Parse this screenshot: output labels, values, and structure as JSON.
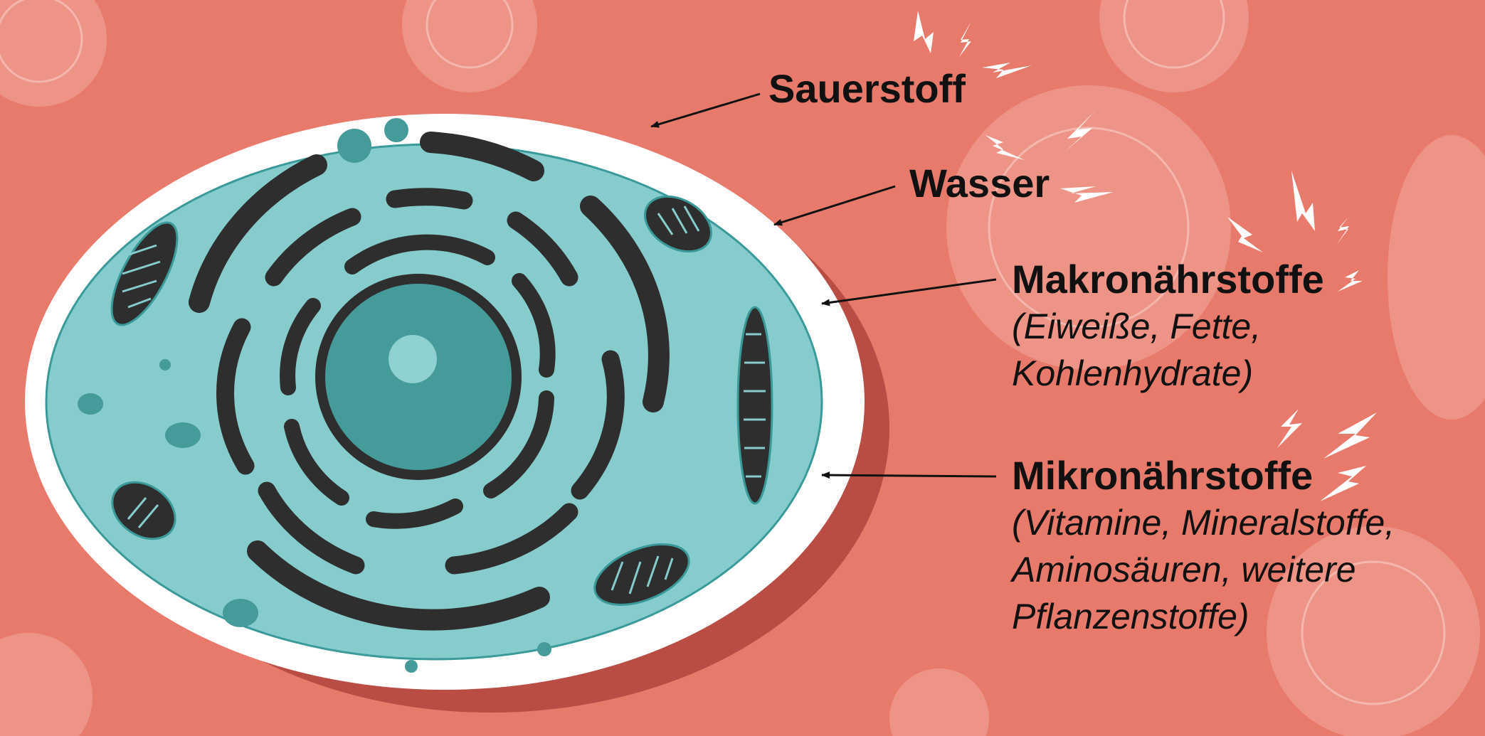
{
  "labels": {
    "oxygen": "Sauerstoff",
    "water": "Wasser",
    "macronutrients": {
      "title": "Makronährstoffe",
      "detail": [
        "(Eiweiße, Fette,",
        "Kohlenhydrate)"
      ]
    },
    "micronutrients": {
      "title": "Mikronährstoffe",
      "detail": [
        "(Vitamine, Mineralstoffe,",
        "Aminosäuren, weitere",
        "Pflanzenstoffe)"
      ]
    }
  },
  "colors": {
    "background": "#e87a6c",
    "membrane": "#ffffff",
    "cytoplasm": "#86cccc",
    "nucleus": "#459a9a",
    "organelle": "#2e2e2e",
    "shadow": "#b94c43",
    "text": "#111111"
  }
}
